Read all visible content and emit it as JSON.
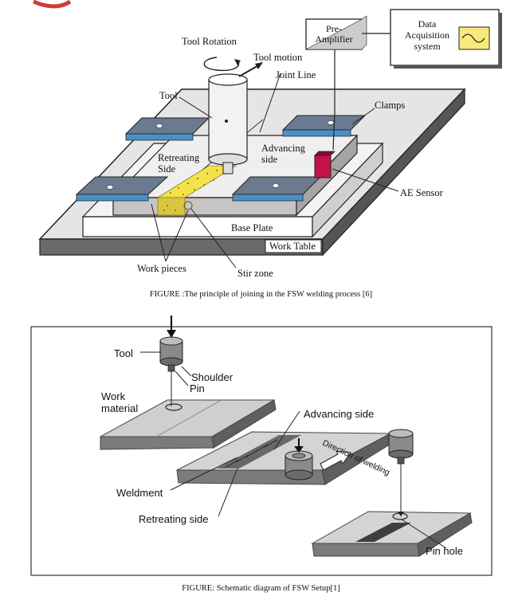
{
  "figure1": {
    "labels": {
      "tool_rotation": "Tool Rotation",
      "tool_motion": "Tool motion",
      "joint_line": "Joint Line",
      "tool": "Tool",
      "pre_amplifier": "Pre-\nAmplifier",
      "data_acquisition": "Data\nAcquisition\nsystem",
      "clamps": "Clamps",
      "retreating_side": "Retreating\nSide",
      "advancing_side": "Advancing\nside",
      "ae_sensor": "AE Sensor",
      "base_plate": "Base Plate",
      "work_table": "Work Table",
      "work_pieces": "Work pieces",
      "stir_zone": "Stir zone"
    },
    "caption": "FIGURE :The principle of joining in the FSW welding process [6]",
    "colors": {
      "stir_zone": "#f3e24a",
      "ae_sensor": "#c4124a",
      "clamp": "#6b7a8f",
      "daq_screen": "#f8ea7a"
    }
  },
  "figure2": {
    "labels": {
      "tool": "Tool",
      "shoulder": "Shoulder",
      "pin": "Pin",
      "work_material": "Work\nmaterial",
      "advancing_side": "Advancing side",
      "direction_of_welding": "Direction of welding",
      "weldment": "Weldment",
      "retreating_side": "Retreating side",
      "pin_hole": "Pin hole"
    },
    "caption": "FIGURE: Schematic diagram of FSW Setup[1]"
  }
}
